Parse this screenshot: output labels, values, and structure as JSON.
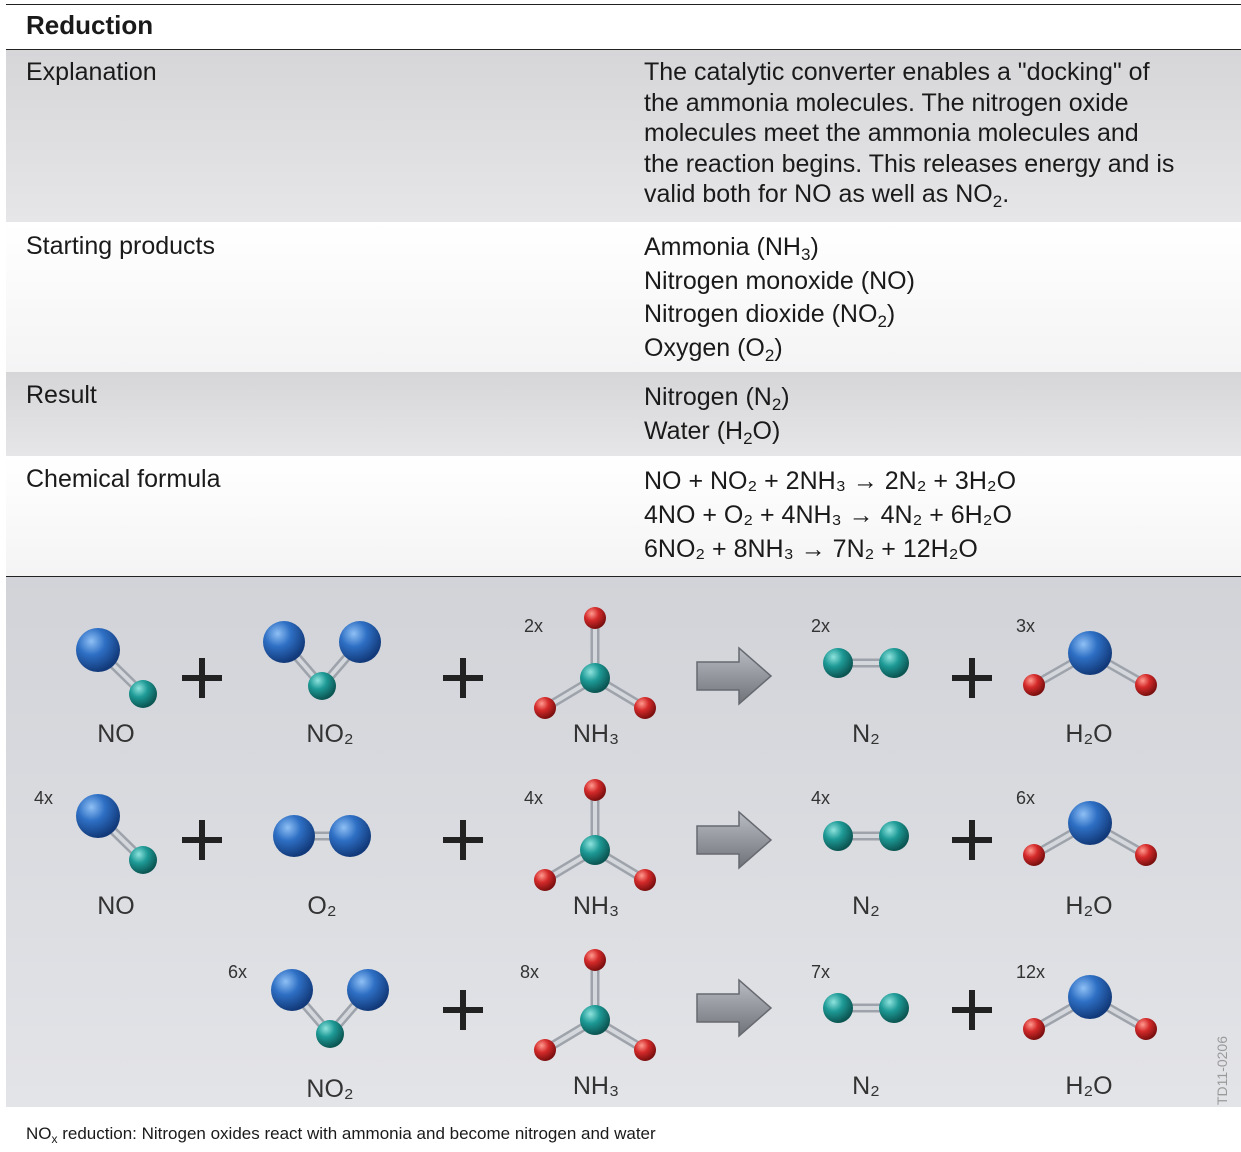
{
  "table": {
    "title": "Reduction",
    "explanation": {
      "label": "Explanation",
      "lines": [
        "The catalytic converter enables a \"docking\" of",
        "the ammonia molecules. The nitrogen oxide",
        "molecules meet the ammonia molecules and",
        "the reaction begins. This releases energy and is"
      ],
      "last_line_prefix": "valid both for NO as well as NO",
      "last_line_sub": "2",
      "last_line_suffix": "."
    },
    "starting_products": {
      "label": "Starting products",
      "items": [
        {
          "a": "Ammonia (NH",
          "sub": "3",
          "b": ")"
        },
        {
          "a": "Nitrogen monoxide (NO)",
          "sub": "",
          "b": ""
        },
        {
          "a": "Nitrogen dioxide (NO",
          "sub": "2",
          "b": ")"
        },
        {
          "a": "Oxygen (O",
          "sub": "2",
          "b": ")"
        }
      ]
    },
    "result": {
      "label": "Result",
      "items": [
        {
          "a": "Nitrogen (N",
          "sub": "2",
          "b": ")"
        },
        {
          "a": "Water (H",
          "sub": "2",
          "b": "O)"
        }
      ]
    },
    "chemical_formula": {
      "label": "Chemical formula",
      "formulas": [
        "NO + NO₂ + 2NH₃ → 2N₂ + 3H₂O",
        "4NO + O₂ + 4NH₃ → 4N₂ + 6H₂O",
        "6NO₂ + 8NH₃ → 7N₂ + 12H₂O"
      ]
    }
  },
  "figure": {
    "rows": [
      {
        "molecules": [
          {
            "label": "NO",
            "multiplier": ""
          },
          {
            "label": "NO2",
            "multiplier": ""
          },
          {
            "label": "NH3",
            "multiplier": "2x"
          },
          {
            "label": "N2",
            "multiplier": "2x"
          },
          {
            "label": "H2O",
            "multiplier": "3x"
          }
        ]
      },
      {
        "molecules": [
          {
            "label": "NO",
            "multiplier": "4x"
          },
          {
            "label": "O2",
            "multiplier": ""
          },
          {
            "label": "NH3",
            "multiplier": "4x"
          },
          {
            "label": "N2",
            "multiplier": "4x"
          },
          {
            "label": "H2O",
            "multiplier": "6x"
          }
        ]
      },
      {
        "molecules": [
          {
            "label": "NO2",
            "multiplier": "6x"
          },
          {
            "label": "NH3",
            "multiplier": "8x"
          },
          {
            "label": "N2",
            "multiplier": "7x"
          },
          {
            "label": "H2O",
            "multiplier": "12x"
          }
        ]
      }
    ],
    "code": "TD11-0206",
    "colors": {
      "large_atom": "#2e6fc4",
      "small_atom": "#1e9a96",
      "red_atom": "#d42a2a",
      "bond": "#b8bcc4",
      "arrow": "#8d9096"
    }
  },
  "caption": {
    "prefix": "NO",
    "sub": "x",
    "text": " reduction: Nitrogen oxides react with ammonia and become nitrogen and water"
  }
}
